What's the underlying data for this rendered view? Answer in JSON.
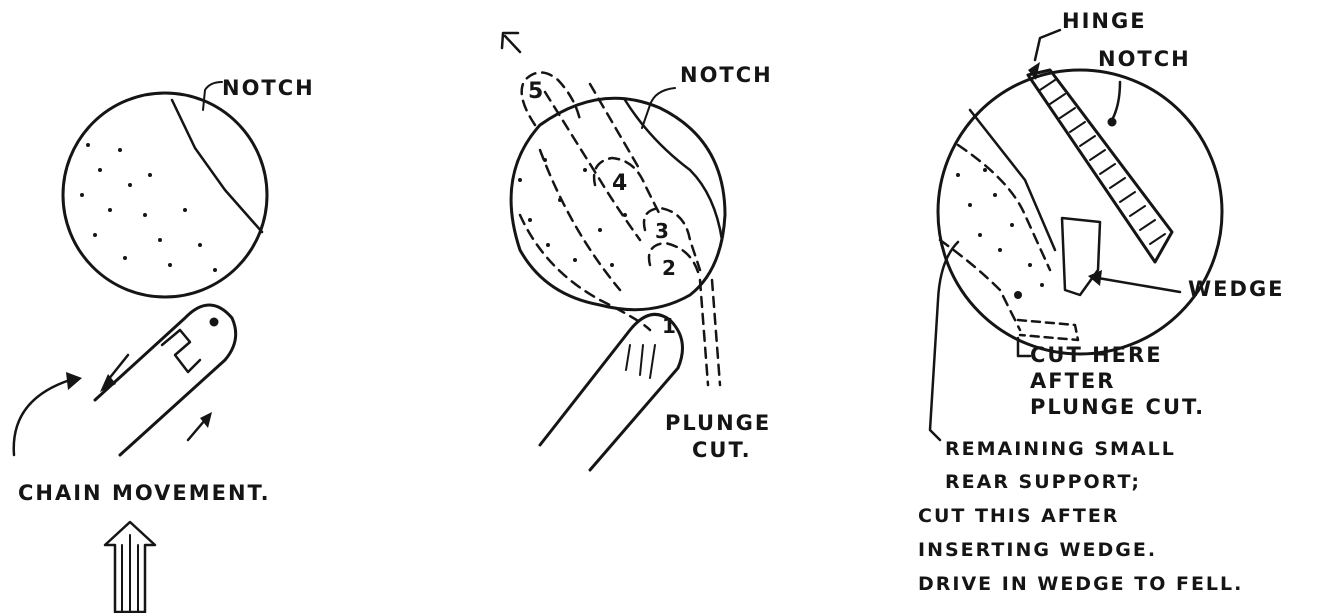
{
  "panel_left": {
    "notch_label": "NOTCH",
    "chain_label": "CHAIN MOVEMENT."
  },
  "panel_middle": {
    "notch_label": "NOTCH",
    "plunge_line1": "PLUNGE",
    "plunge_line2": "CUT.",
    "step_numbers": [
      "1",
      "2",
      "3",
      "4",
      "5"
    ]
  },
  "panel_right": {
    "hinge_label": "HINGE",
    "notch_label": "NOTCH",
    "wedge_label": "WEDGE",
    "cut_here_lines": [
      "CUT HERE",
      "AFTER",
      "PLUNGE CUT."
    ],
    "remaining_lines": [
      "REMAINING SMALL",
      "REAR SUPPORT;",
      "CUT THIS AFTER",
      "INSERTING WEDGE.",
      "DRIVE IN WEDGE TO FELL."
    ]
  }
}
